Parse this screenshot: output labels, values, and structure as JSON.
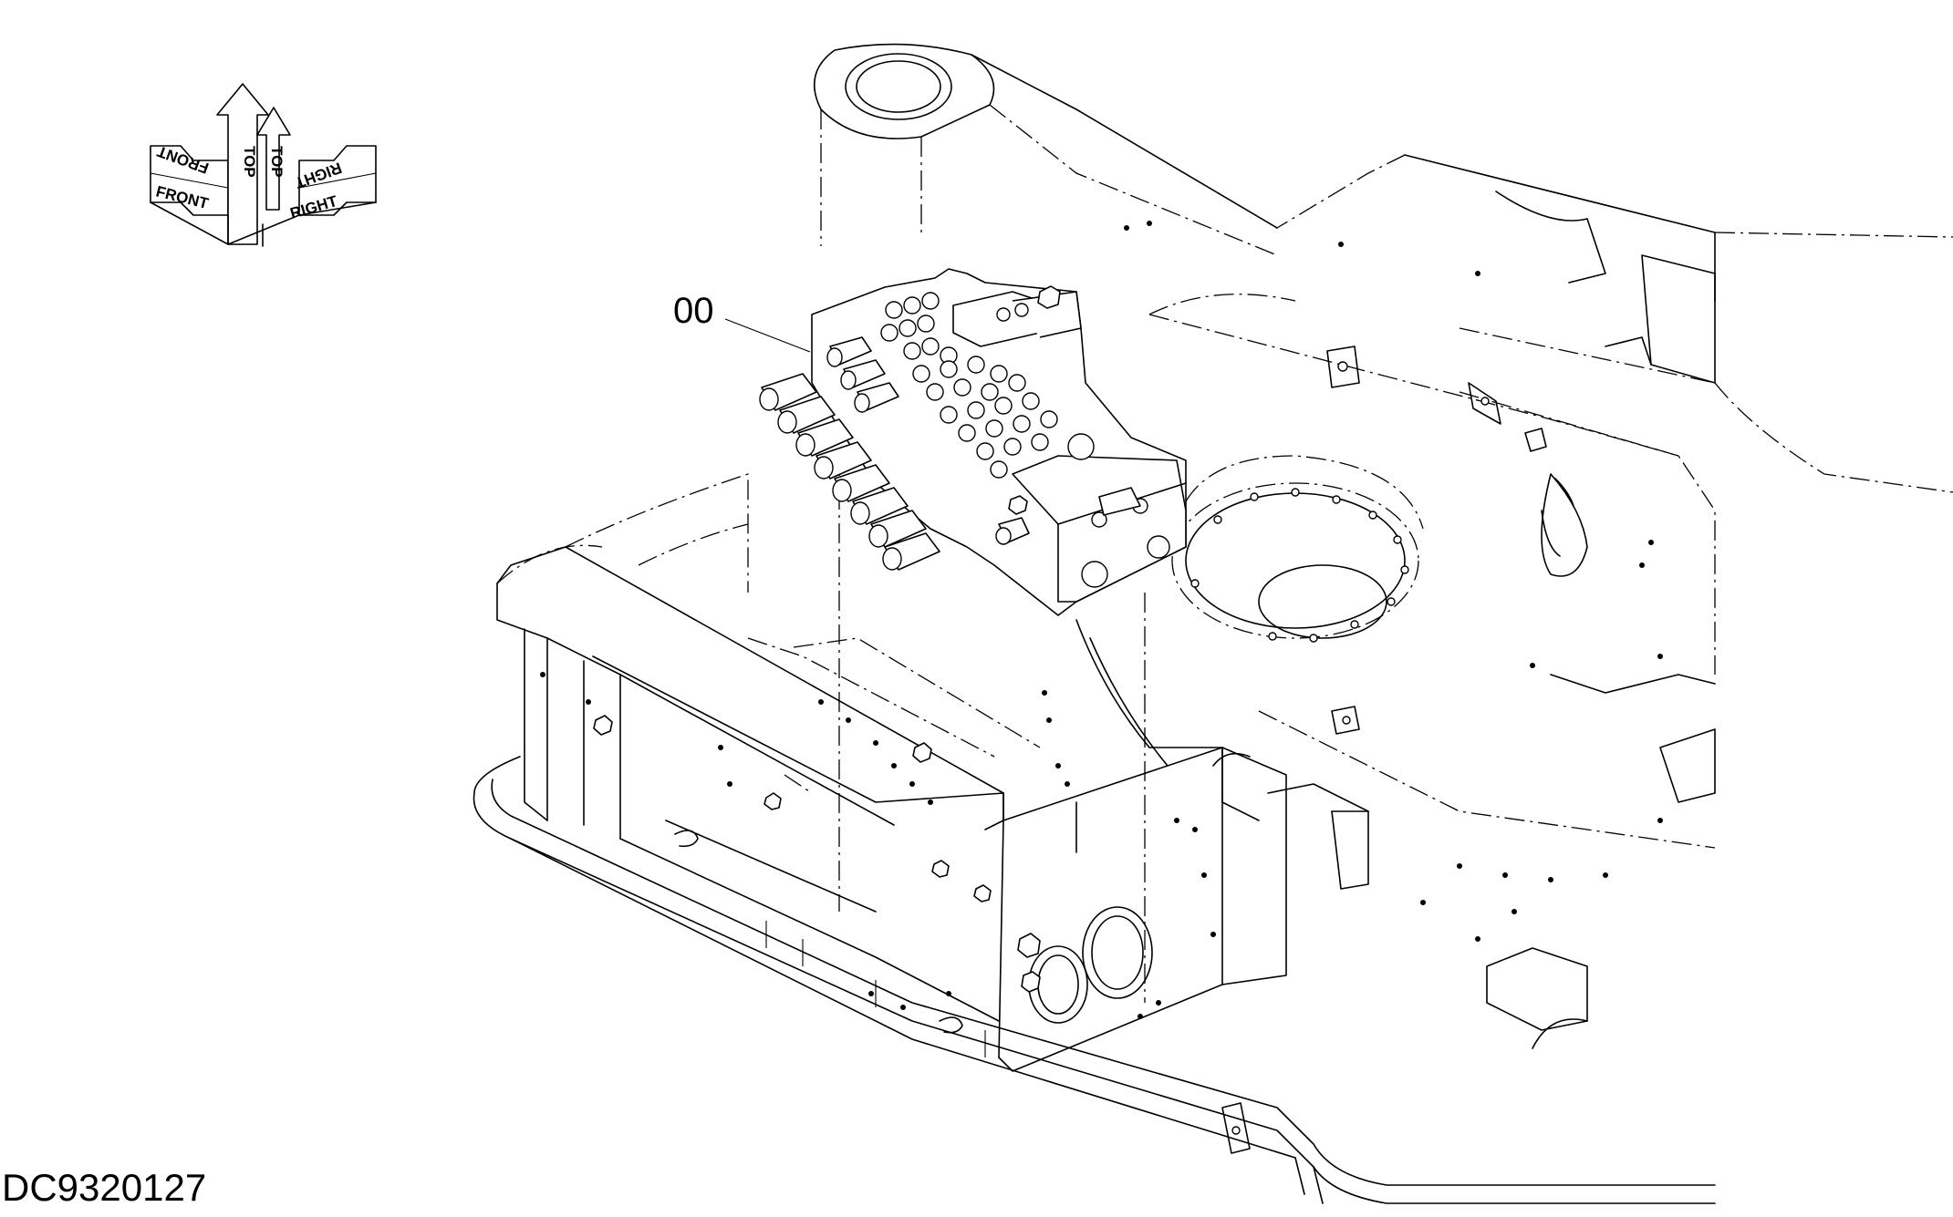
{
  "orientation": {
    "front": "FRONT",
    "top": "TOP",
    "right": "RIGHT"
  },
  "callouts": [
    {
      "label": "00"
    }
  ],
  "drawing_code": "DC9320127"
}
